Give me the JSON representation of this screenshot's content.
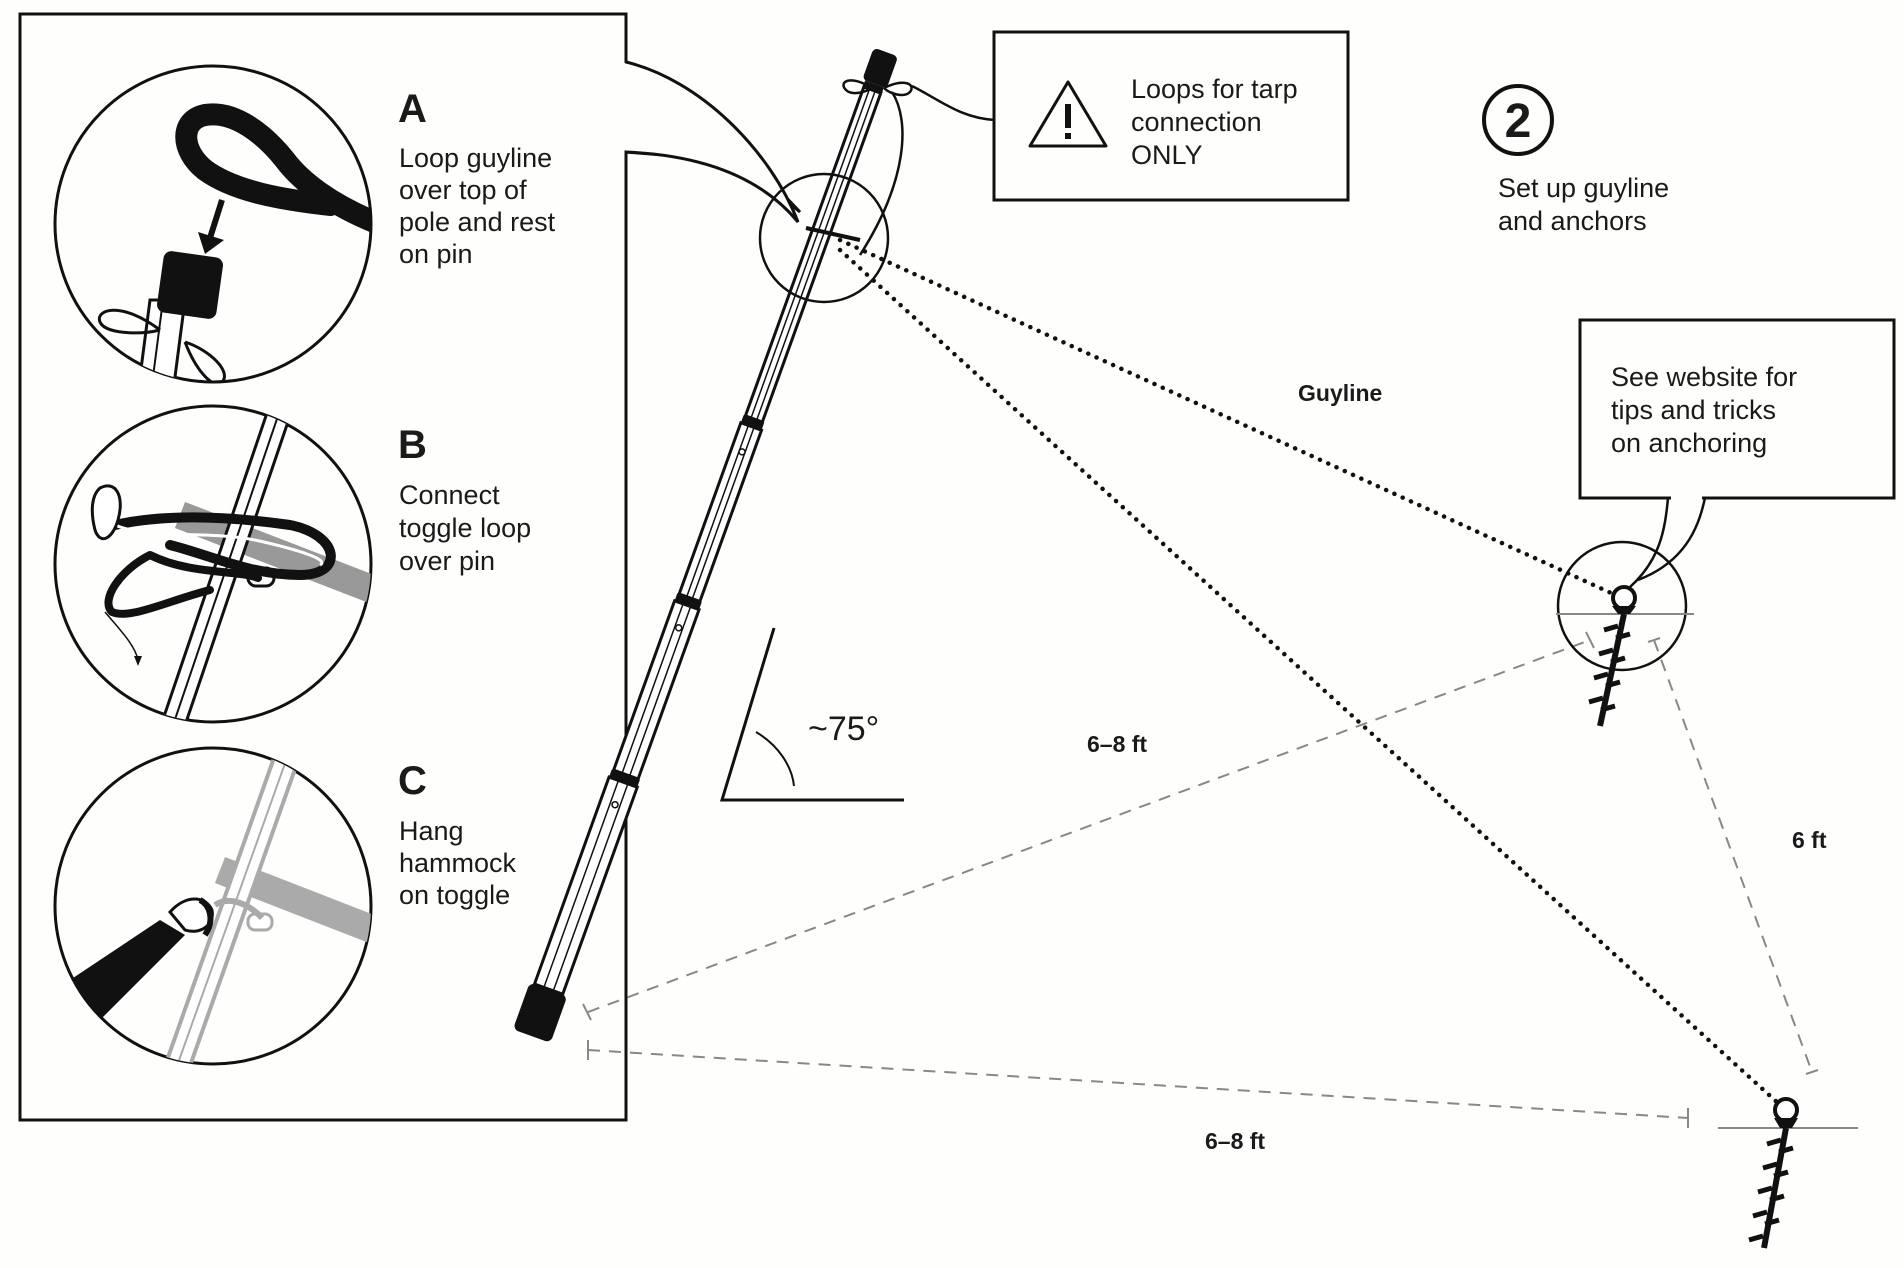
{
  "instructions": {
    "step_a": {
      "letter": "A",
      "lines": [
        "Loop guyline",
        "over top of",
        "pole and rest",
        "on pin"
      ]
    },
    "step_b": {
      "letter": "B",
      "lines": [
        "Connect",
        "toggle loop",
        "over pin"
      ]
    },
    "step_c": {
      "letter": "C",
      "lines": [
        "Hang",
        "hammock",
        "on toggle"
      ]
    }
  },
  "warning": {
    "icon": "warning-triangle-icon",
    "lines": [
      "Loops for tarp",
      "connection",
      "ONLY"
    ]
  },
  "step_number": {
    "number": "2",
    "lines": [
      "Set up guyline",
      "and anchors"
    ]
  },
  "anchor_tip": {
    "lines": [
      "See website for",
      "tips and tricks",
      "on anchoring"
    ]
  },
  "labels": {
    "guyline": "Guyline",
    "angle": "~75°",
    "distance_upper": "6–8 ft",
    "distance_lower": "6–8 ft",
    "distance_anchors": "6 ft"
  }
}
